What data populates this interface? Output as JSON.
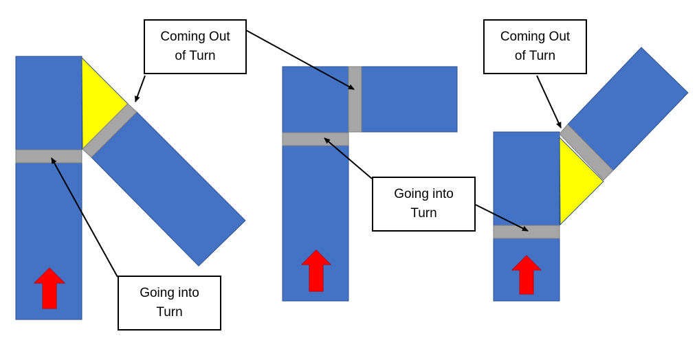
{
  "labels": {
    "coming_out": {
      "line1": "Coming Out",
      "line2": "of Turn"
    },
    "going_into": {
      "line1": "Going into",
      "line2": "Turn"
    }
  },
  "colors": {
    "segment_fill": "#4472C4",
    "segment_stroke": "#2F528F",
    "joint_fill": "#A6A6A6",
    "joint_stroke": "#7F7F7F",
    "wedge_fill": "#FFFF00",
    "arrow_fill": "#FF0000",
    "leader_line": "#000000"
  }
}
